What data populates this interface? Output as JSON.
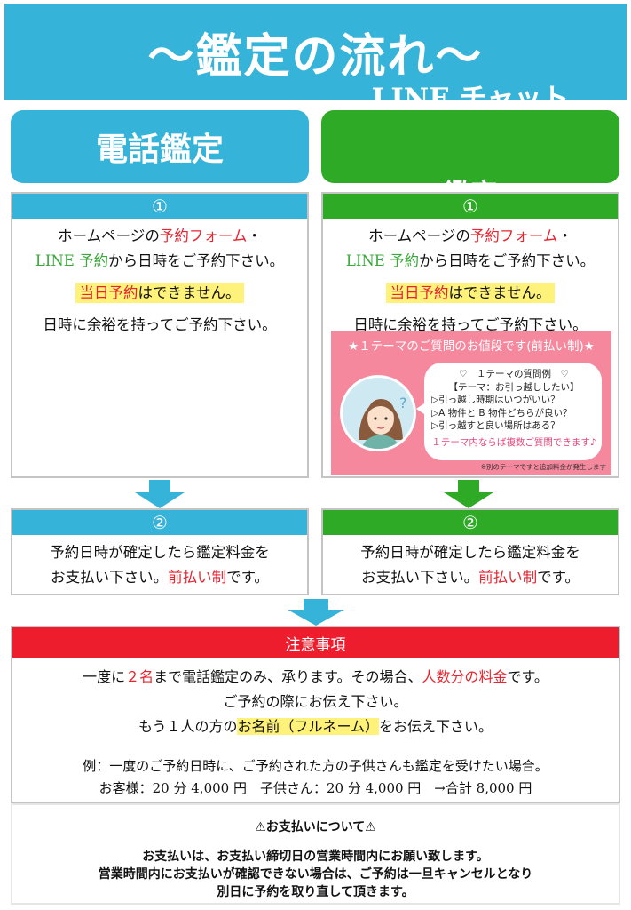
{
  "title": "〜鑑定の流れ〜",
  "columns": {
    "phone": {
      "heading": "電話鑑定"
    },
    "line": {
      "heading_line1": "LINE チャット",
      "heading_line2": "鑑定"
    }
  },
  "step1": {
    "number": "①",
    "line1_pre": "ホームページの",
    "line1_red": "予約フォーム",
    "line1_post": "・",
    "line2_green": "LINE 予約",
    "line2_post": "から日時をご予約下さい。",
    "same_day_red": "当日予約",
    "same_day_post": "はできません。",
    "line3": "日時に余裕を持ってご予約下さい。"
  },
  "promo": {
    "title": "★１テーマのご質問のお値段です(前払い制)★",
    "bubble_title": "♡　１テーマの質問例　♡",
    "theme": "【テーマ：お引っ越ししたい】",
    "q1": "▷引っ越し時期はいつがいい？",
    "q2": "▷A 物件と B 物件どちらが良い？",
    "q3": "▷引っ越すと良い場所はある？",
    "pink": "１テーマ内ならば複数ご質問できます♪",
    "note": "※別のテーマですと追加料金が発生します"
  },
  "step2": {
    "number": "②",
    "line1": "予約日時が確定したら鑑定料金を",
    "line2_pre": "お支払い下さい。",
    "line2_red": "前払い制",
    "line2_post": "です。"
  },
  "notice": {
    "title": "注意事項",
    "l1_a": "一度に",
    "l1_red1": "２名",
    "l1_b": "まで電話鑑定のみ、承ります。その場合、",
    "l1_red2": "人数分の料金",
    "l1_c": "です。",
    "l2": "ご予約の際にお伝え下さい。",
    "l3_a": "もう１人の方の",
    "l3_hl": "お名前（フルネーム）",
    "l3_b": "をお伝え下さい。",
    "ex1": "例：一度のご予約日時に、ご予約された方の子供さんも鑑定を受けたい場合。",
    "ex2": "お客様：20 分 4,000 円　子供さん：20 分 4,000 円　→合計 8,000 円"
  },
  "payment": {
    "title": "⚠お支払いについて⚠",
    "l1": "お支払いは、お支払い締切日の営業時間内にお願い致します。",
    "l2": "営業時間内にお支払いが確認できない場合は、ご予約は一旦キャンセルとなり",
    "l3": "別日に予約を取り直して頂きます。"
  },
  "colors": {
    "blue": "#35b3d9",
    "green": "#2eaa26",
    "red": "#ed1d2e",
    "highlight": "#fff27a",
    "pink": "#f6889e"
  }
}
